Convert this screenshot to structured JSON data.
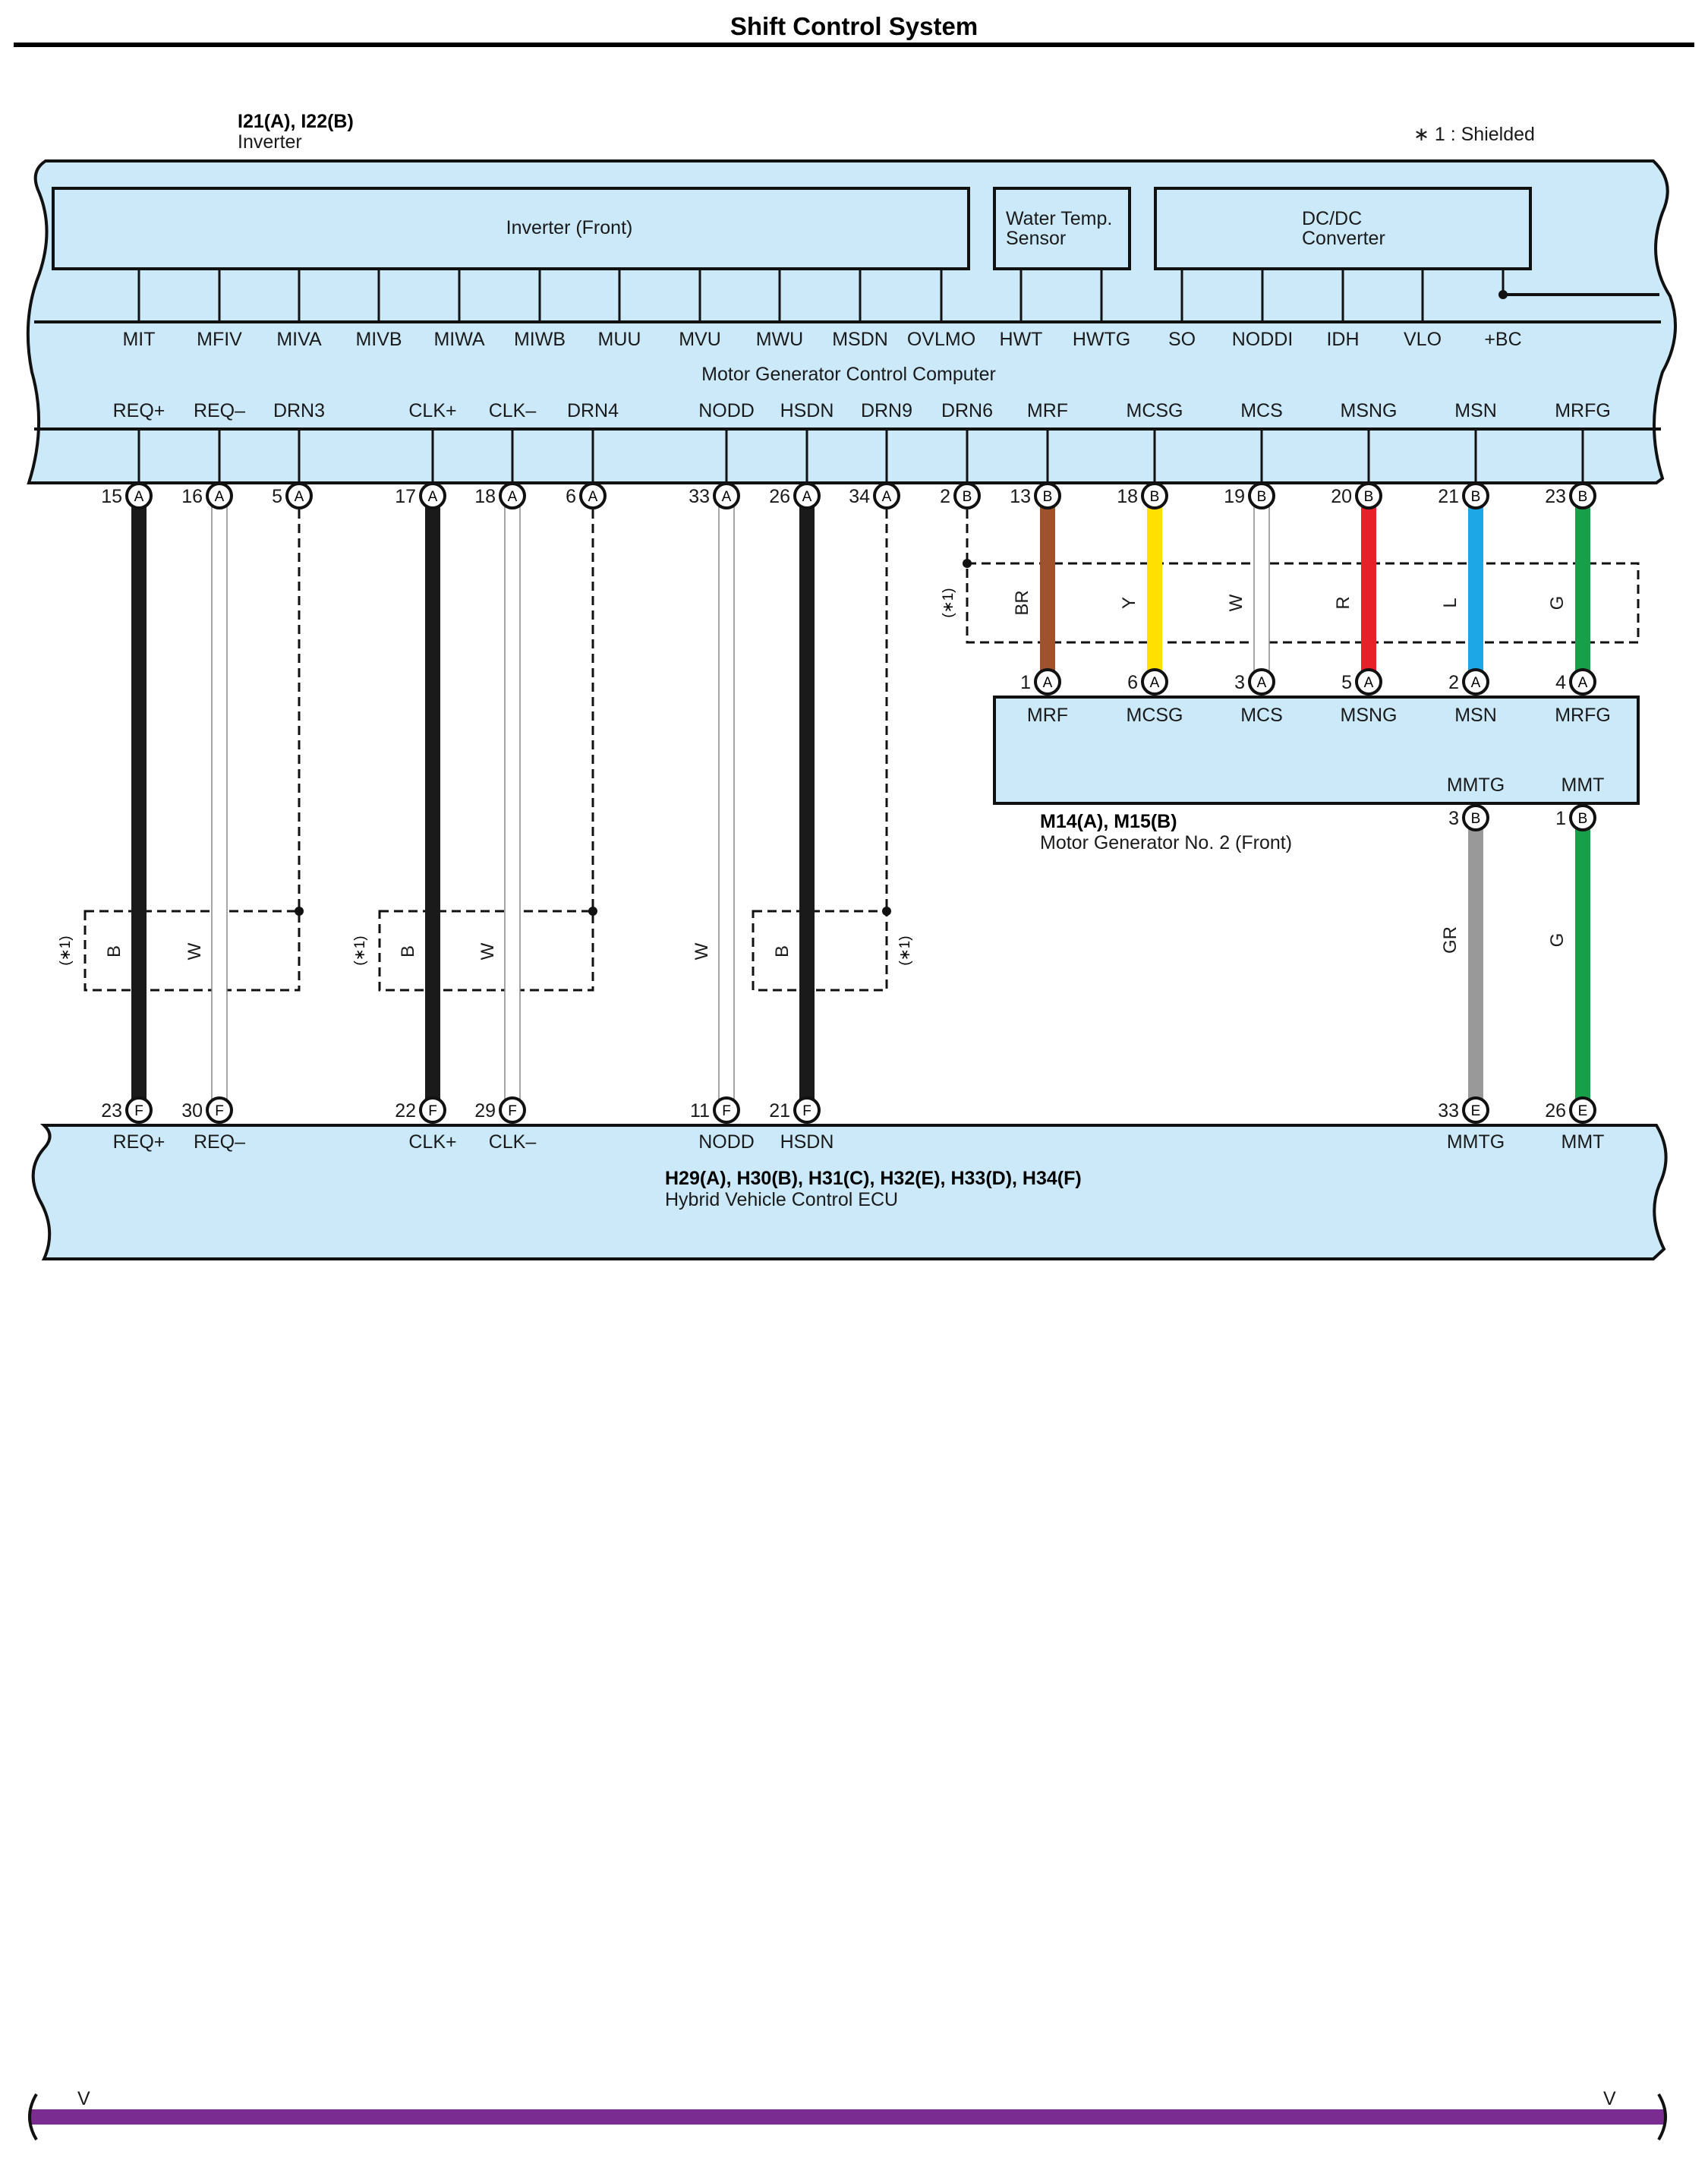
{
  "title": "Shift Control System",
  "shield_note": "∗ 1 : Shielded",
  "inverter": {
    "connectors": "I21(A), I22(B)",
    "name": "Inverter",
    "inverter_front": "Inverter (Front)",
    "water_temp_line1": "Water Temp.",
    "water_temp_line2": "Sensor",
    "dcdc_line1": "DC/DC",
    "dcdc_line2": "Converter",
    "mg_computer": "Motor Generator Control Computer",
    "top_terminals": [
      "MIT",
      "MFIV",
      "MIVA",
      "MIVB",
      "MIWA",
      "MIWB",
      "MUU",
      "MVU",
      "MWU",
      "MSDN",
      "OVLMO",
      "HWT",
      "HWTG",
      "SO",
      "NODDI",
      "IDH",
      "VLO",
      "+BC"
    ],
    "bottom_terminals": [
      "REQ+",
      "REQ–",
      "DRN3",
      "CLK+",
      "CLK–",
      "DRN4",
      "NODD",
      "HSDN",
      "DRN9",
      "DRN6",
      "MRF",
      "MCSG",
      "MCS",
      "MSNG",
      "MSN",
      "MRFG"
    ],
    "pins": [
      {
        "num": "15",
        "conn": "A"
      },
      {
        "num": "16",
        "conn": "A"
      },
      {
        "num": "5",
        "conn": "A"
      },
      {
        "num": "17",
        "conn": "A"
      },
      {
        "num": "18",
        "conn": "A"
      },
      {
        "num": "6",
        "conn": "A"
      },
      {
        "num": "33",
        "conn": "A"
      },
      {
        "num": "26",
        "conn": "A"
      },
      {
        "num": "34",
        "conn": "A"
      },
      {
        "num": "2",
        "conn": "B"
      },
      {
        "num": "13",
        "conn": "B"
      },
      {
        "num": "18",
        "conn": "B"
      },
      {
        "num": "19",
        "conn": "B"
      },
      {
        "num": "20",
        "conn": "B"
      },
      {
        "num": "21",
        "conn": "B"
      },
      {
        "num": "23",
        "conn": "B"
      }
    ]
  },
  "motor_generator": {
    "connectors": "M14(A), M15(B)",
    "name": "Motor Generator No. 2 (Front)",
    "top_terminals": [
      "MRF",
      "MCSG",
      "MCS",
      "MSNG",
      "MSN",
      "MRFG"
    ],
    "top_pins": [
      {
        "num": "1",
        "conn": "A"
      },
      {
        "num": "6",
        "conn": "A"
      },
      {
        "num": "3",
        "conn": "A"
      },
      {
        "num": "5",
        "conn": "A"
      },
      {
        "num": "2",
        "conn": "A"
      },
      {
        "num": "4",
        "conn": "A"
      }
    ],
    "bottom_terminals": [
      "MMTG",
      "MMT"
    ],
    "bottom_pins": [
      {
        "num": "3",
        "conn": "B"
      },
      {
        "num": "1",
        "conn": "B"
      }
    ]
  },
  "hv_ecu": {
    "connectors": "H29(A), H30(B), H31(C), H32(E), H33(D), H34(F)",
    "name": "Hybrid Vehicle Control ECU",
    "terminals": [
      "REQ+",
      "REQ–",
      "CLK+",
      "CLK–",
      "NODD",
      "HSDN",
      "MMTG",
      "MMT"
    ],
    "pins": [
      {
        "num": "23",
        "conn": "F"
      },
      {
        "num": "30",
        "conn": "F"
      },
      {
        "num": "22",
        "conn": "F"
      },
      {
        "num": "29",
        "conn": "F"
      },
      {
        "num": "11",
        "conn": "F"
      },
      {
        "num": "21",
        "conn": "F"
      },
      {
        "num": "33",
        "conn": "E"
      },
      {
        "num": "26",
        "conn": "E"
      }
    ]
  },
  "wire_colors": {
    "upper": [
      "BR",
      "Y",
      "W",
      "R",
      "L",
      "G"
    ],
    "lower": [
      "GR",
      "G"
    ],
    "shield_groups": [
      [
        "B",
        "W"
      ],
      [
        "B",
        "W"
      ],
      [
        "W"
      ],
      [
        "B"
      ]
    ]
  },
  "shield_tag": "(∗1)",
  "color_codes": {
    "B": "#1a1a1a",
    "W": "#ffffff",
    "BR": "#a0522d",
    "Y": "#ffe000",
    "R": "#e8202a",
    "L": "#1ea7e6",
    "G": "#16a04a",
    "GR": "#999999",
    "box_fill": "#cbe9f9",
    "footer_bar": "#7a2c91"
  },
  "footer": {
    "left": "V",
    "right": "V"
  }
}
